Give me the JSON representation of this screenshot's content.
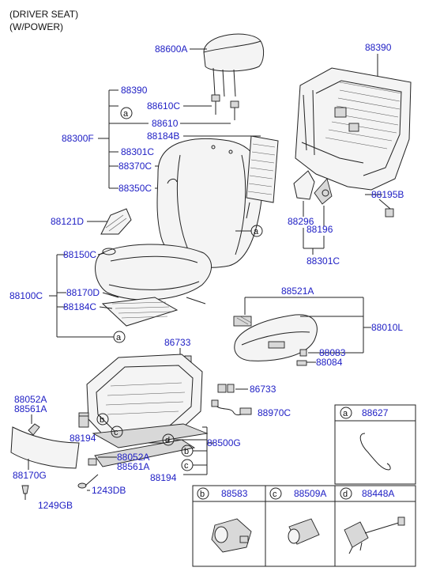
{
  "header": {
    "line1": "(DRIVER SEAT)",
    "line2": "(W/POWER)"
  },
  "labels": {
    "p88600A": "88600A",
    "p88390_top": "88390",
    "p88390_left": "88390",
    "p88610C": "88610C",
    "p88610": "88610",
    "p88300F": "88300F",
    "p88184B": "88184B",
    "p88301C_left": "88301C",
    "p88370C": "88370C",
    "p88350C": "88350C",
    "p88195B": "88195B",
    "p88121D": "88121D",
    "p88296": "88296",
    "p88196": "88196",
    "p88301C_right": "88301C",
    "p88150C": "88150C",
    "p88100C": "88100C",
    "p88170D": "88170D",
    "p88184C": "88184C",
    "p88521A": "88521A",
    "p88010L": "88010L",
    "p88083": "88083",
    "p88084": "88084",
    "p86733_top": "86733",
    "p86733_right": "86733",
    "p88052A_left": "88052A",
    "p88561A_left": "88561A",
    "p88194_left": "88194",
    "p88970C": "88970C",
    "p88500G": "88500G",
    "p88052A_bottom": "88052A",
    "p88561A_bottom": "88561A",
    "p88194_bottom": "88194",
    "p88170G": "88170G",
    "p1243DB": "1243DB",
    "p1249GB": "1249GB"
  },
  "callouts": {
    "a": "a",
    "b": "b",
    "c": "c",
    "d": "d"
  },
  "legend_boxes": [
    {
      "letter": "a",
      "part": "88627"
    },
    {
      "letter": "b",
      "part": "88583"
    },
    {
      "letter": "c",
      "part": "88509A"
    },
    {
      "letter": "d",
      "part": "88448A"
    }
  ],
  "colors": {
    "label_blue": "#1d1dc4",
    "line": "#222222"
  }
}
